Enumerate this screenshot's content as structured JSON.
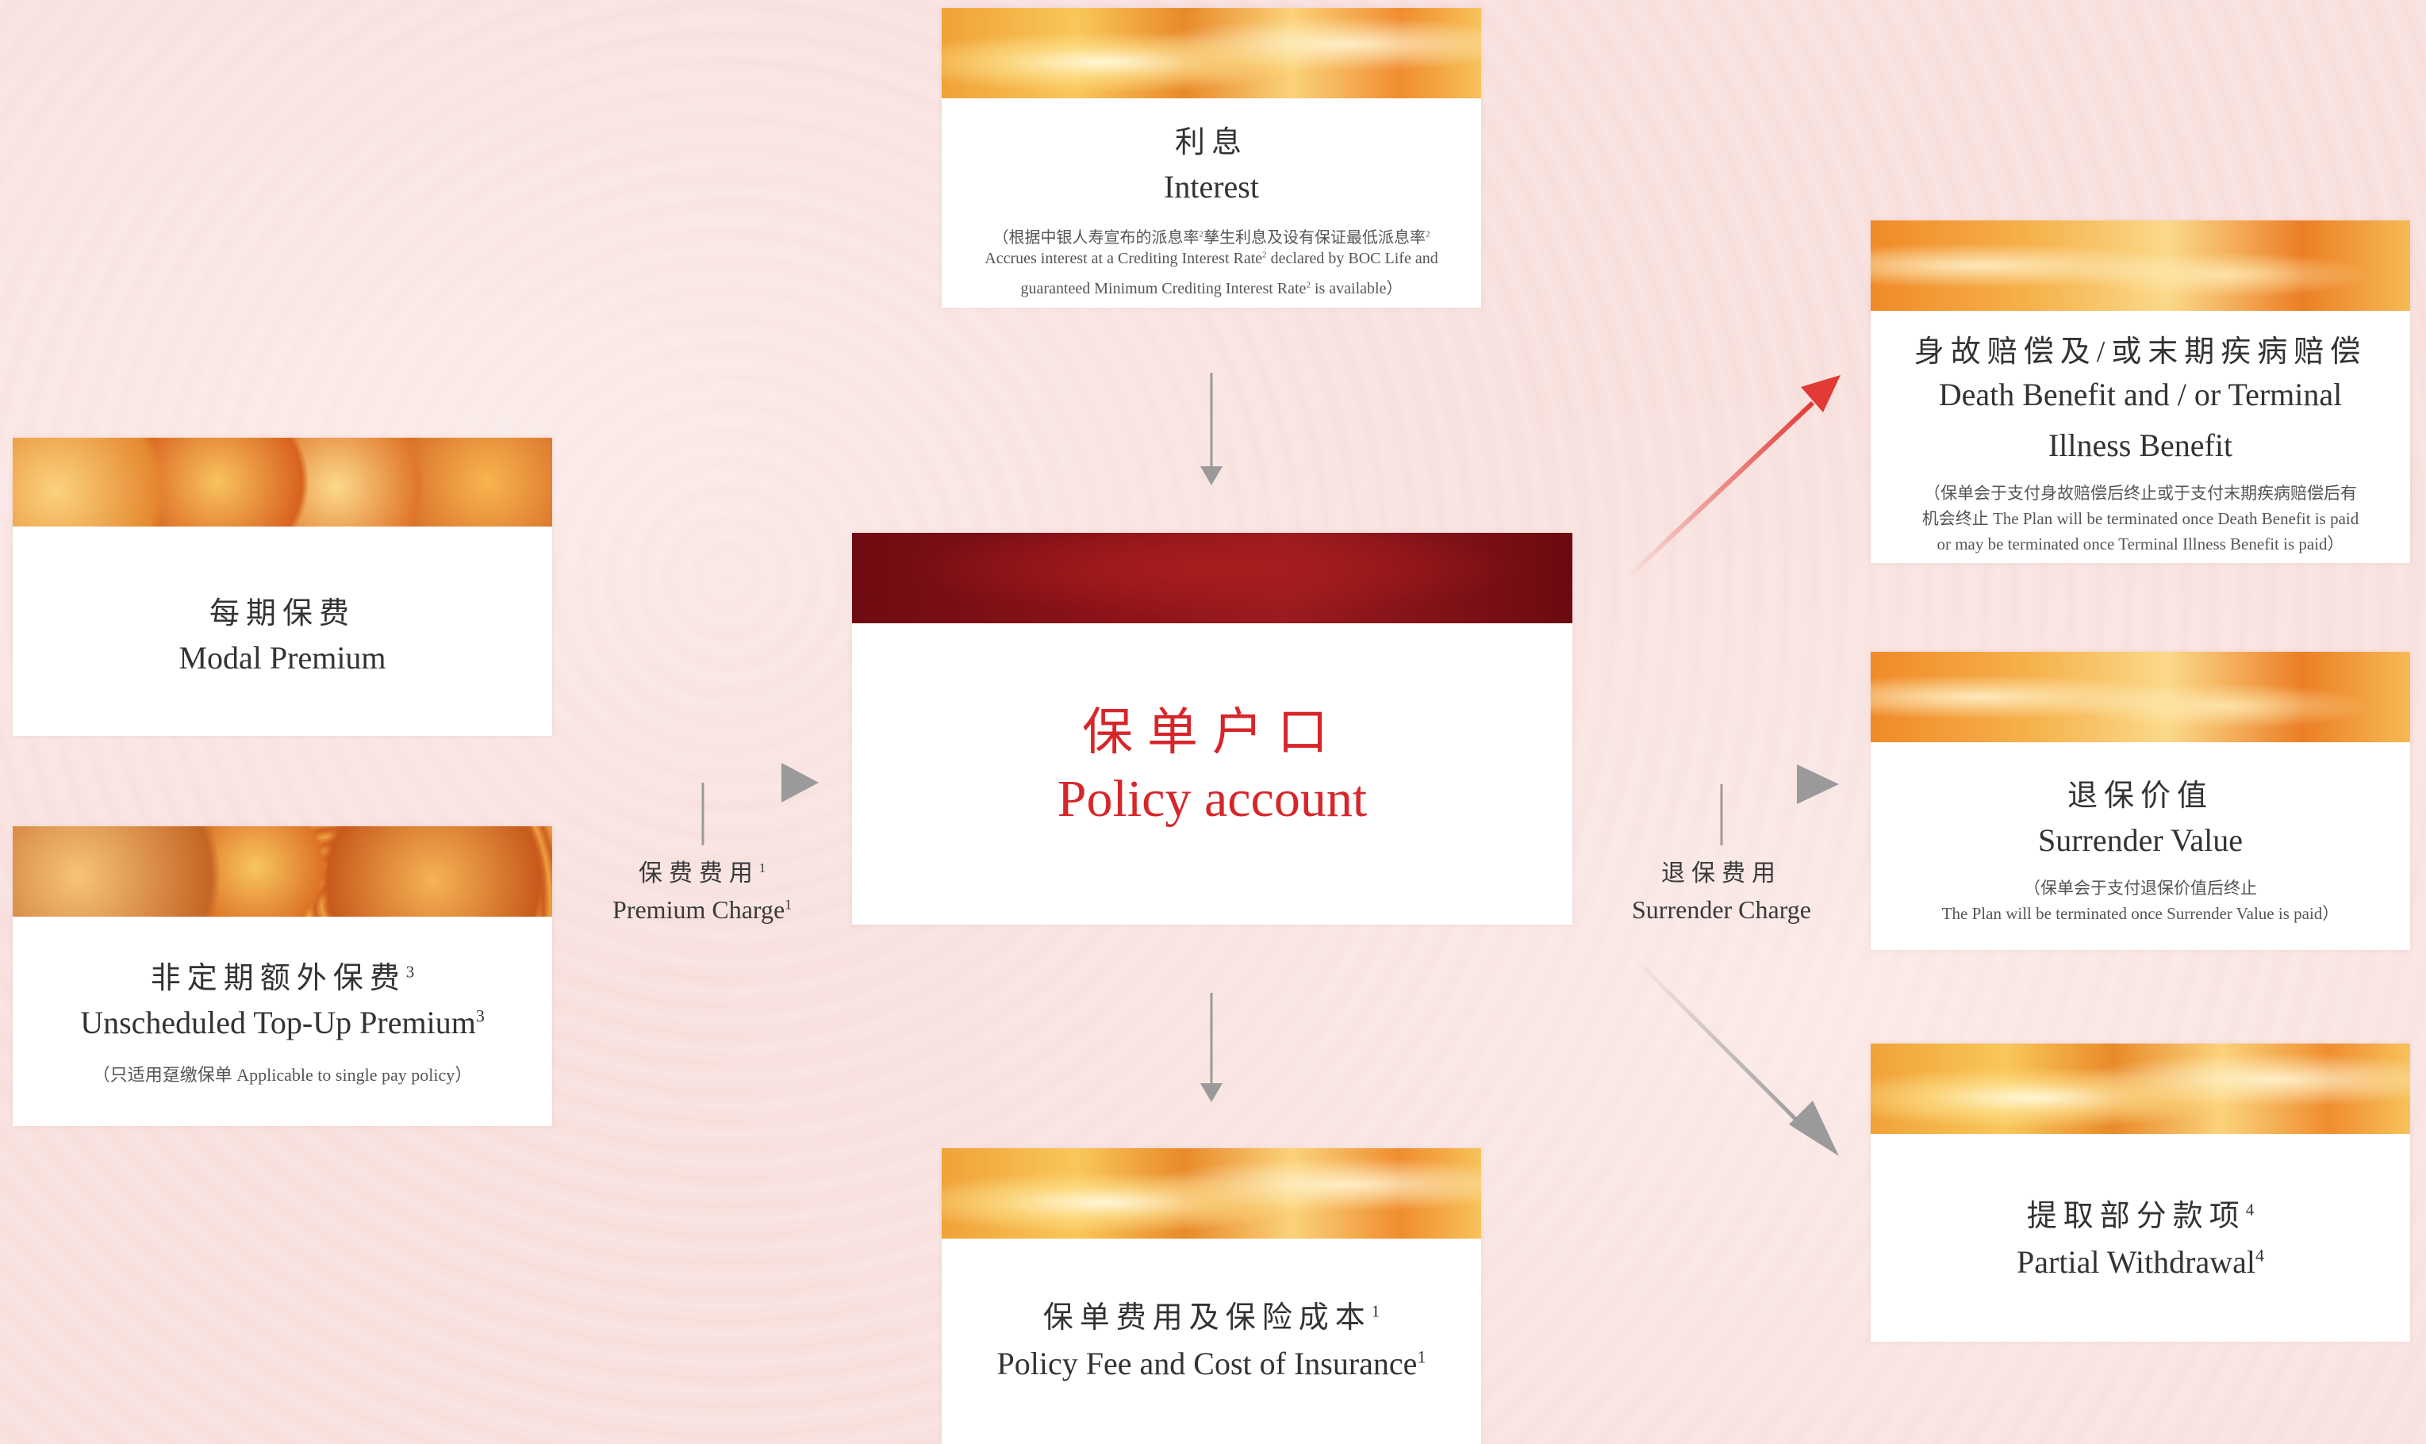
{
  "interest": {
    "title_zh": "利息",
    "title_en": "Interest",
    "note_zh": "（根据中银人寿宣布的派息率",
    "note_zh_sup1": "2",
    "note_zh_mid": "孳生利息及设有保证最低派息率",
    "note_zh_sup2": "2",
    "note_en1_a": "Accrues interest at a Crediting Interest Rate",
    "note_en1_sup": "2",
    "note_en1_b": " declared by BOC Life and",
    "note_en2_a": "guaranteed Minimum Crediting Interest Rate",
    "note_en2_sup": "2",
    "note_en2_b": " is available）"
  },
  "modal_premium": {
    "title_zh": "每期保费",
    "title_en": "Modal Premium"
  },
  "topup": {
    "title_zh": "非定期额外保费",
    "title_zh_sup": "3",
    "title_en": "Unscheduled Top-Up Premium",
    "title_en_sup": "3",
    "note": "（只适用趸缴保单 Applicable to single pay policy）"
  },
  "premium_charge": {
    "label_zh": "保费费用",
    "label_zh_sup": "1",
    "label_en": "Premium Charge",
    "label_en_sup": "1"
  },
  "policy_account": {
    "title_zh": "保单户口",
    "title_en": "Policy account"
  },
  "policy_fee": {
    "title_zh": "保单费用及保险成本",
    "title_zh_sup": "1",
    "title_en": "Policy Fee and Cost of Insurance",
    "title_en_sup": "1"
  },
  "death_benefit": {
    "title_zh": "身故赔偿及/或末期疾病赔偿",
    "title_en1": "Death Benefit and / or Terminal",
    "title_en2": "Illness Benefit",
    "note1": "（保单会于支付身故赔偿后终止或于支付末期疾病赔偿后有",
    "note2": "机会终止 The Plan will be terminated once Death Benefit is paid",
    "note3": "or may be terminated once Terminal Illness Benefit is paid）"
  },
  "surrender_charge": {
    "label_zh": "退保费用",
    "label_en": "Surrender Charge"
  },
  "surrender_value": {
    "title_zh": "退保价值",
    "title_en": "Surrender Value",
    "note1": "（保单会于支付退保价值后终止",
    "note2": "The Plan will be terminated once Surrender Value is paid）"
  },
  "partial_withdrawal": {
    "title_zh": "提取部分款项",
    "title_zh_sup": "4",
    "title_en": "Partial Withdrawal",
    "title_en_sup": "4"
  },
  "colors": {
    "accent_red": "#d6262a",
    "arrow_grey": "#9a9a9a",
    "background": "#f9e4e1"
  }
}
